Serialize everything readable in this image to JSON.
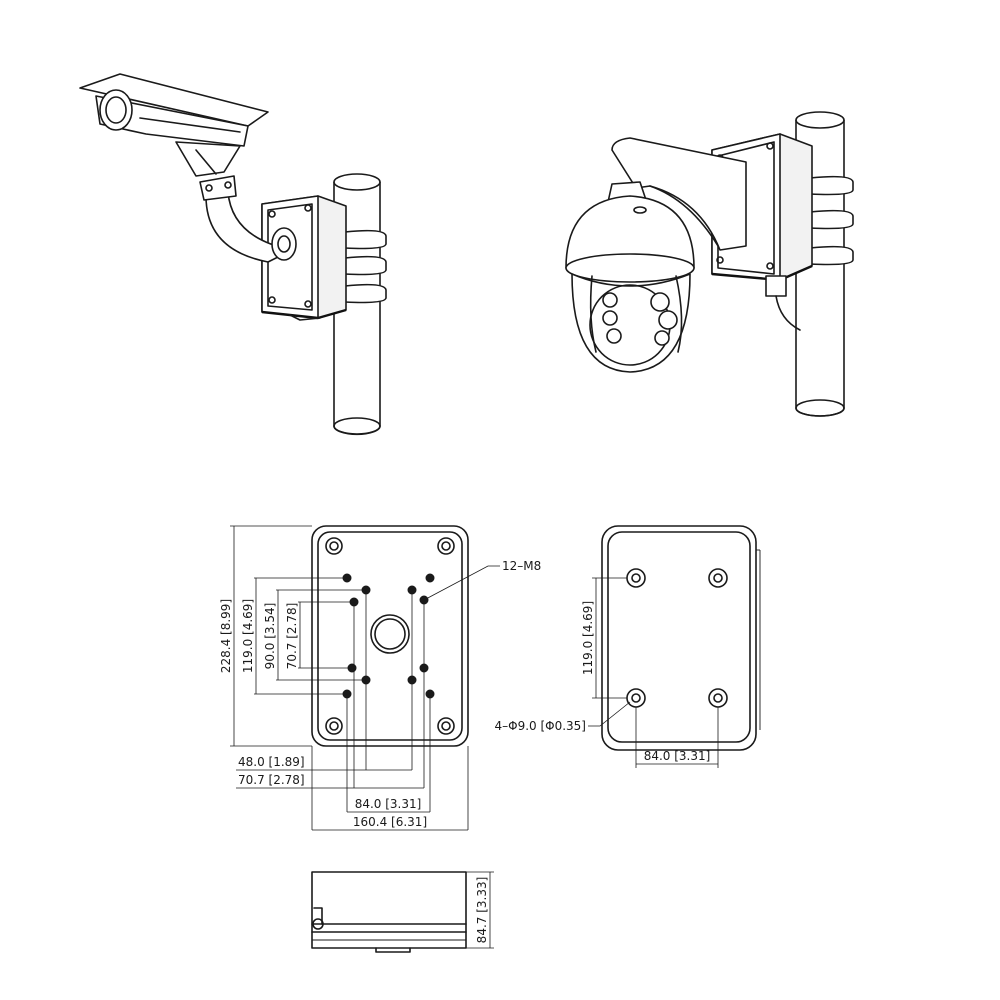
{
  "callouts": {
    "thread_holes": "12–M8",
    "mount_holes": "4–Φ9.0 [Φ0.35]"
  },
  "front_view": {
    "height": "228.4 [8.99]",
    "pattern_outer_height": "119.0 [4.69]",
    "pattern_mid_height": "90.0 [3.54]",
    "pattern_inner_height": "70.7 [2.78]",
    "pattern_inner_width": "48.0 [1.89]",
    "pattern_mid_width": "70.7 [2.78]",
    "pattern_outer_width": "84.0 [3.31]",
    "width": "160.4 [6.31]"
  },
  "back_view": {
    "hole_spacing_vertical": "119.0 [4.69]",
    "hole_spacing_horizontal": "84.0 [3.31]"
  },
  "side_view": {
    "depth": "84.7 [3.33]"
  }
}
